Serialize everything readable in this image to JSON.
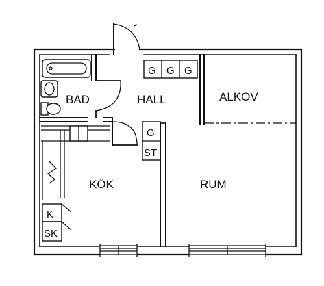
{
  "rooms": {
    "bad": "BAD",
    "hall": "HALL",
    "alkov": "ALKOV",
    "kok": "KÖK",
    "rum": "RUM"
  },
  "closets": {
    "hall_top": [
      "G",
      "G",
      "G"
    ],
    "hall_side_g": "G",
    "hall_side_st": "ST"
  },
  "kitchen": {
    "fridge": "K",
    "freezer": "SK"
  },
  "colors": {
    "line": "#111111",
    "background": "#ffffff"
  }
}
